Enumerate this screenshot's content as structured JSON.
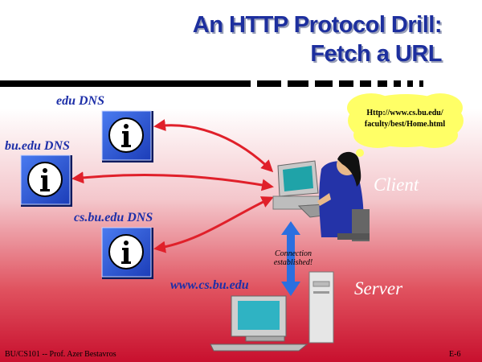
{
  "title": {
    "line1": "An HTTP Protocol Drill:",
    "line2": "Fetch a URL"
  },
  "dns": {
    "edu": "edu DNS",
    "bu_edu": "bu.edu DNS",
    "cs_bu_edu": "cs.bu.edu DNS"
  },
  "bubble": {
    "line1": "Http://www.cs.bu.edu/",
    "line2": "faculty/best/Home.html"
  },
  "client_label": "Client",
  "server_label": "Server",
  "server_host": "www.cs.bu.edu",
  "connection": {
    "line1": "Connection",
    "line2": "established!"
  },
  "footer": {
    "left": "BU/CS101 -- Prof. Azer Bestavros",
    "right": "E-6"
  },
  "colors": {
    "title": "#1d2f9e",
    "arrow_red": "#e0202a",
    "arrow_blue": "#2b6fe0",
    "icon_blue": "#2a56d6"
  }
}
